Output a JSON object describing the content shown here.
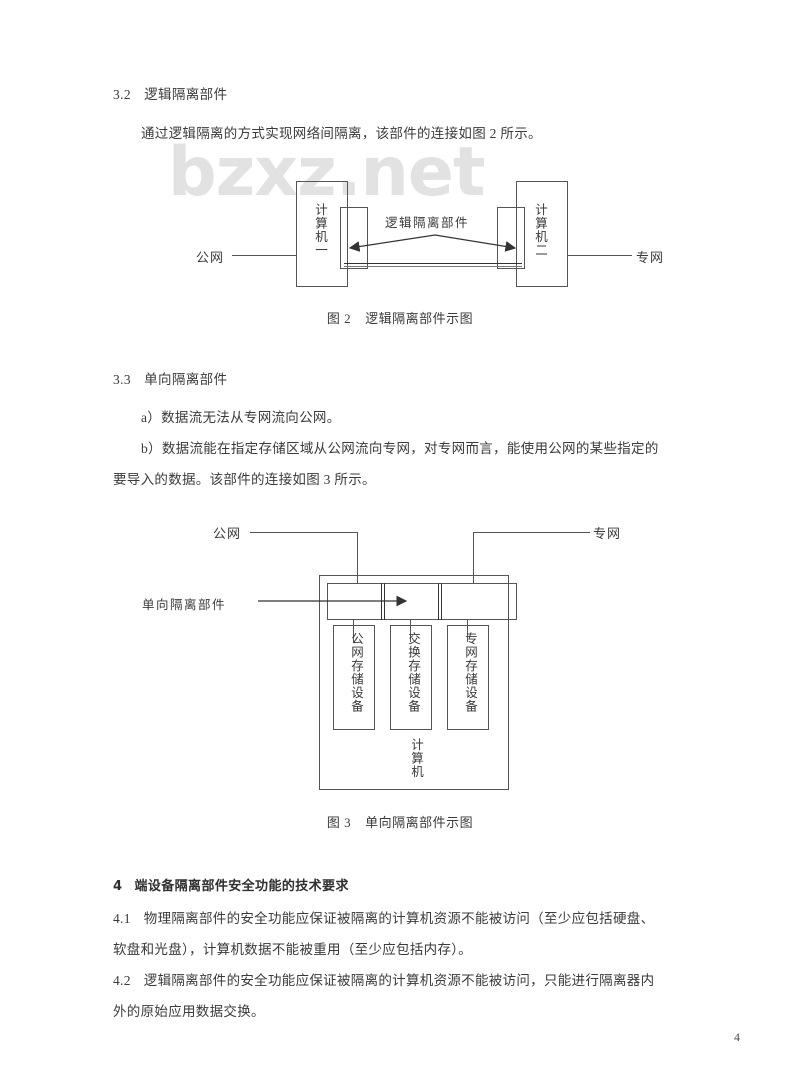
{
  "page": {
    "watermark": "bzxz.net",
    "page_number": "4"
  },
  "sections": {
    "s32": {
      "number": "3.2",
      "title": "逻辑隔离部件",
      "body": "通过逻辑隔离的方式实现网络间隔离，该部件的连接如图 2 所示。"
    },
    "s33": {
      "number": "3.3",
      "title": "单向隔离部件",
      "item_a": "a）数据流无法从专网流向公网。",
      "item_b_line1": "b）数据流能在指定存储区域从公网流向专网，对专网而言，能使用公网的某些指定的",
      "item_b_line2": "要导入的数据。该部件的连接如图 3 所示。"
    },
    "s4": {
      "number": "4",
      "title": "端设备隔离部件安全功能的技术要求"
    },
    "s41": {
      "number": "4.1",
      "line1": "物理隔离部件的安全功能应保证被隔离的计算机资源不能被访问（至少应包括硬盘、",
      "line2": "软盘和光盘），计算机数据不能被重用（至少应包括内存）。"
    },
    "s42": {
      "number": "4.2",
      "line1": "逻辑隔离部件的安全功能应保证被隔离的计算机资源不能被访问，只能进行隔离器内",
      "line2": "外的原始应用数据交换。"
    }
  },
  "figure2": {
    "caption_num": "图 2",
    "caption_title": "逻辑隔离部件示图",
    "left_network_label": "公网",
    "right_network_label": "专网",
    "left_computer_label": "计算机一",
    "right_computer_label": "计算机二",
    "center_label": "逻辑隔离部件"
  },
  "figure3": {
    "caption_num": "图 3",
    "caption_title": "单向隔离部件示图",
    "public_network_label": "公网",
    "private_network_label": "专网",
    "component_label": "单向隔离部件",
    "computer_label": "计算机",
    "storage_boxes": [
      "公网存储设备",
      "交换存储设备",
      "专网存储设备"
    ]
  }
}
